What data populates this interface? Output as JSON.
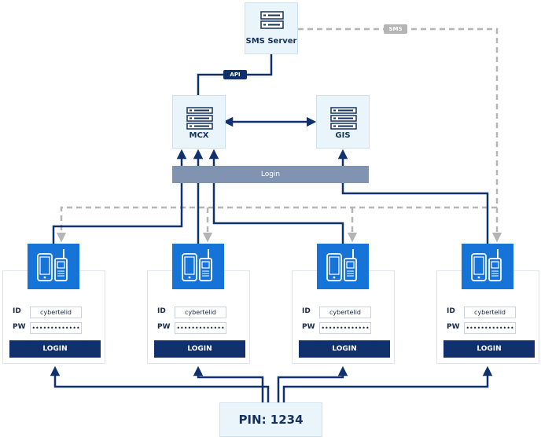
{
  "nodes": {
    "sms_server": "SMS Server",
    "mcx": "MCX",
    "gis": "GIS"
  },
  "edges": {
    "api_label": "API",
    "sms_label": "SMS"
  },
  "login_bar": "Login",
  "terminals": [
    {
      "id_label": "ID",
      "id_value": "cybertelid",
      "pw_label": "PW",
      "pw_value": "•••••••••••••",
      "button": "LOGIN"
    },
    {
      "id_label": "ID",
      "id_value": "cybertelid",
      "pw_label": "PW",
      "pw_value": "•••••••••••••",
      "button": "LOGIN"
    },
    {
      "id_label": "ID",
      "id_value": "cybertelid",
      "pw_label": "PW",
      "pw_value": "•••••••••••••",
      "button": "LOGIN"
    },
    {
      "id_label": "ID",
      "id_value": "cybertelid",
      "pw_label": "PW",
      "pw_value": "•••••••••••••",
      "button": "LOGIN"
    }
  ],
  "pin": "PIN: 1234",
  "colors": {
    "navy": "#10316e",
    "device_blue": "#1673d8",
    "node_bg": "#eaf4fb",
    "dashed_grey": "#b5b5b5"
  }
}
